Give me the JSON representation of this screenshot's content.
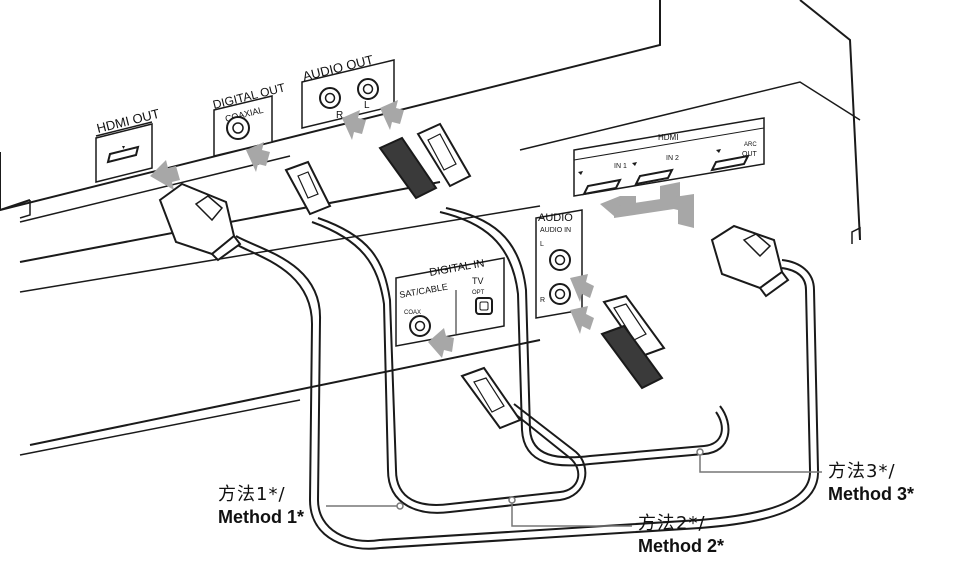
{
  "player_panel": {
    "hdmi_out_label": "HDMI OUT",
    "digital_out_label": "DIGITAL OUT",
    "coaxial_label": "COAXIAL",
    "audio_out_label": "AUDIO OUT",
    "audio_r_label": "R",
    "audio_l_label": "L"
  },
  "tv_panel": {
    "hdmi_label": "HDMI",
    "in1_label": "IN 1",
    "in2_label": "IN 2",
    "arc_label": "ARC",
    "out_label": "OUT",
    "digital_in_label": "DIGITAL IN",
    "sat_cable_label": "SAT/CABLE",
    "tv_label": "TV",
    "coax_label": "COAX",
    "opt_label": "OPT",
    "audio_label": "AUDIO",
    "audio_in_label": "AUDIO IN",
    "l_label": "L",
    "r_label": "R"
  },
  "callouts": {
    "method1_cn": "方法1*/",
    "method1_en": "Method 1*",
    "method2_cn": "方法2*/",
    "method2_en": "Method 2*",
    "method3_cn": "方法3*/",
    "method3_en": "Method 3*"
  },
  "colors": {
    "line": "#1a1a1a",
    "arrow": "#a7a7a7",
    "cable_dark": "#3a3a3a"
  }
}
